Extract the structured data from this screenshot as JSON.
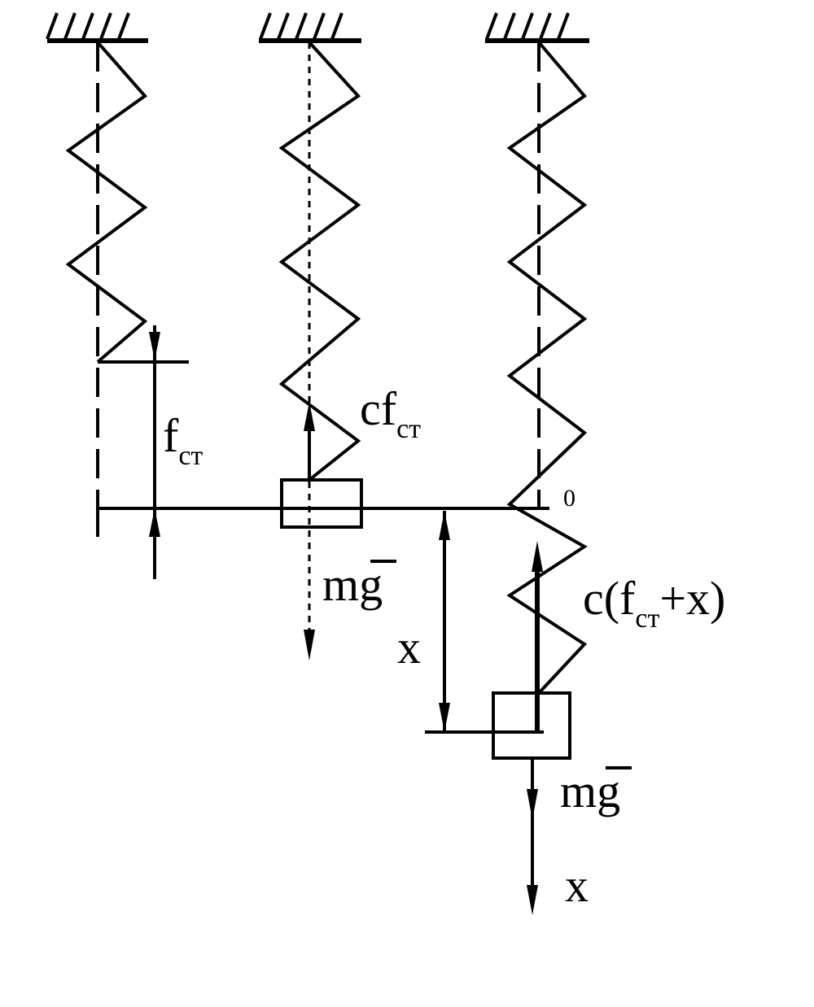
{
  "labels": {
    "f_st_main": "f",
    "f_st_sub": "ст",
    "cf_main": "cf",
    "cf_sub": "ст",
    "mg_left": "mg",
    "x_mid": "x",
    "origin": "0",
    "restoring_prefix": "c(f",
    "restoring_sub": "ст",
    "restoring_suffix": "+x)",
    "mg_right": "mg",
    "x_axis": "x"
  }
}
